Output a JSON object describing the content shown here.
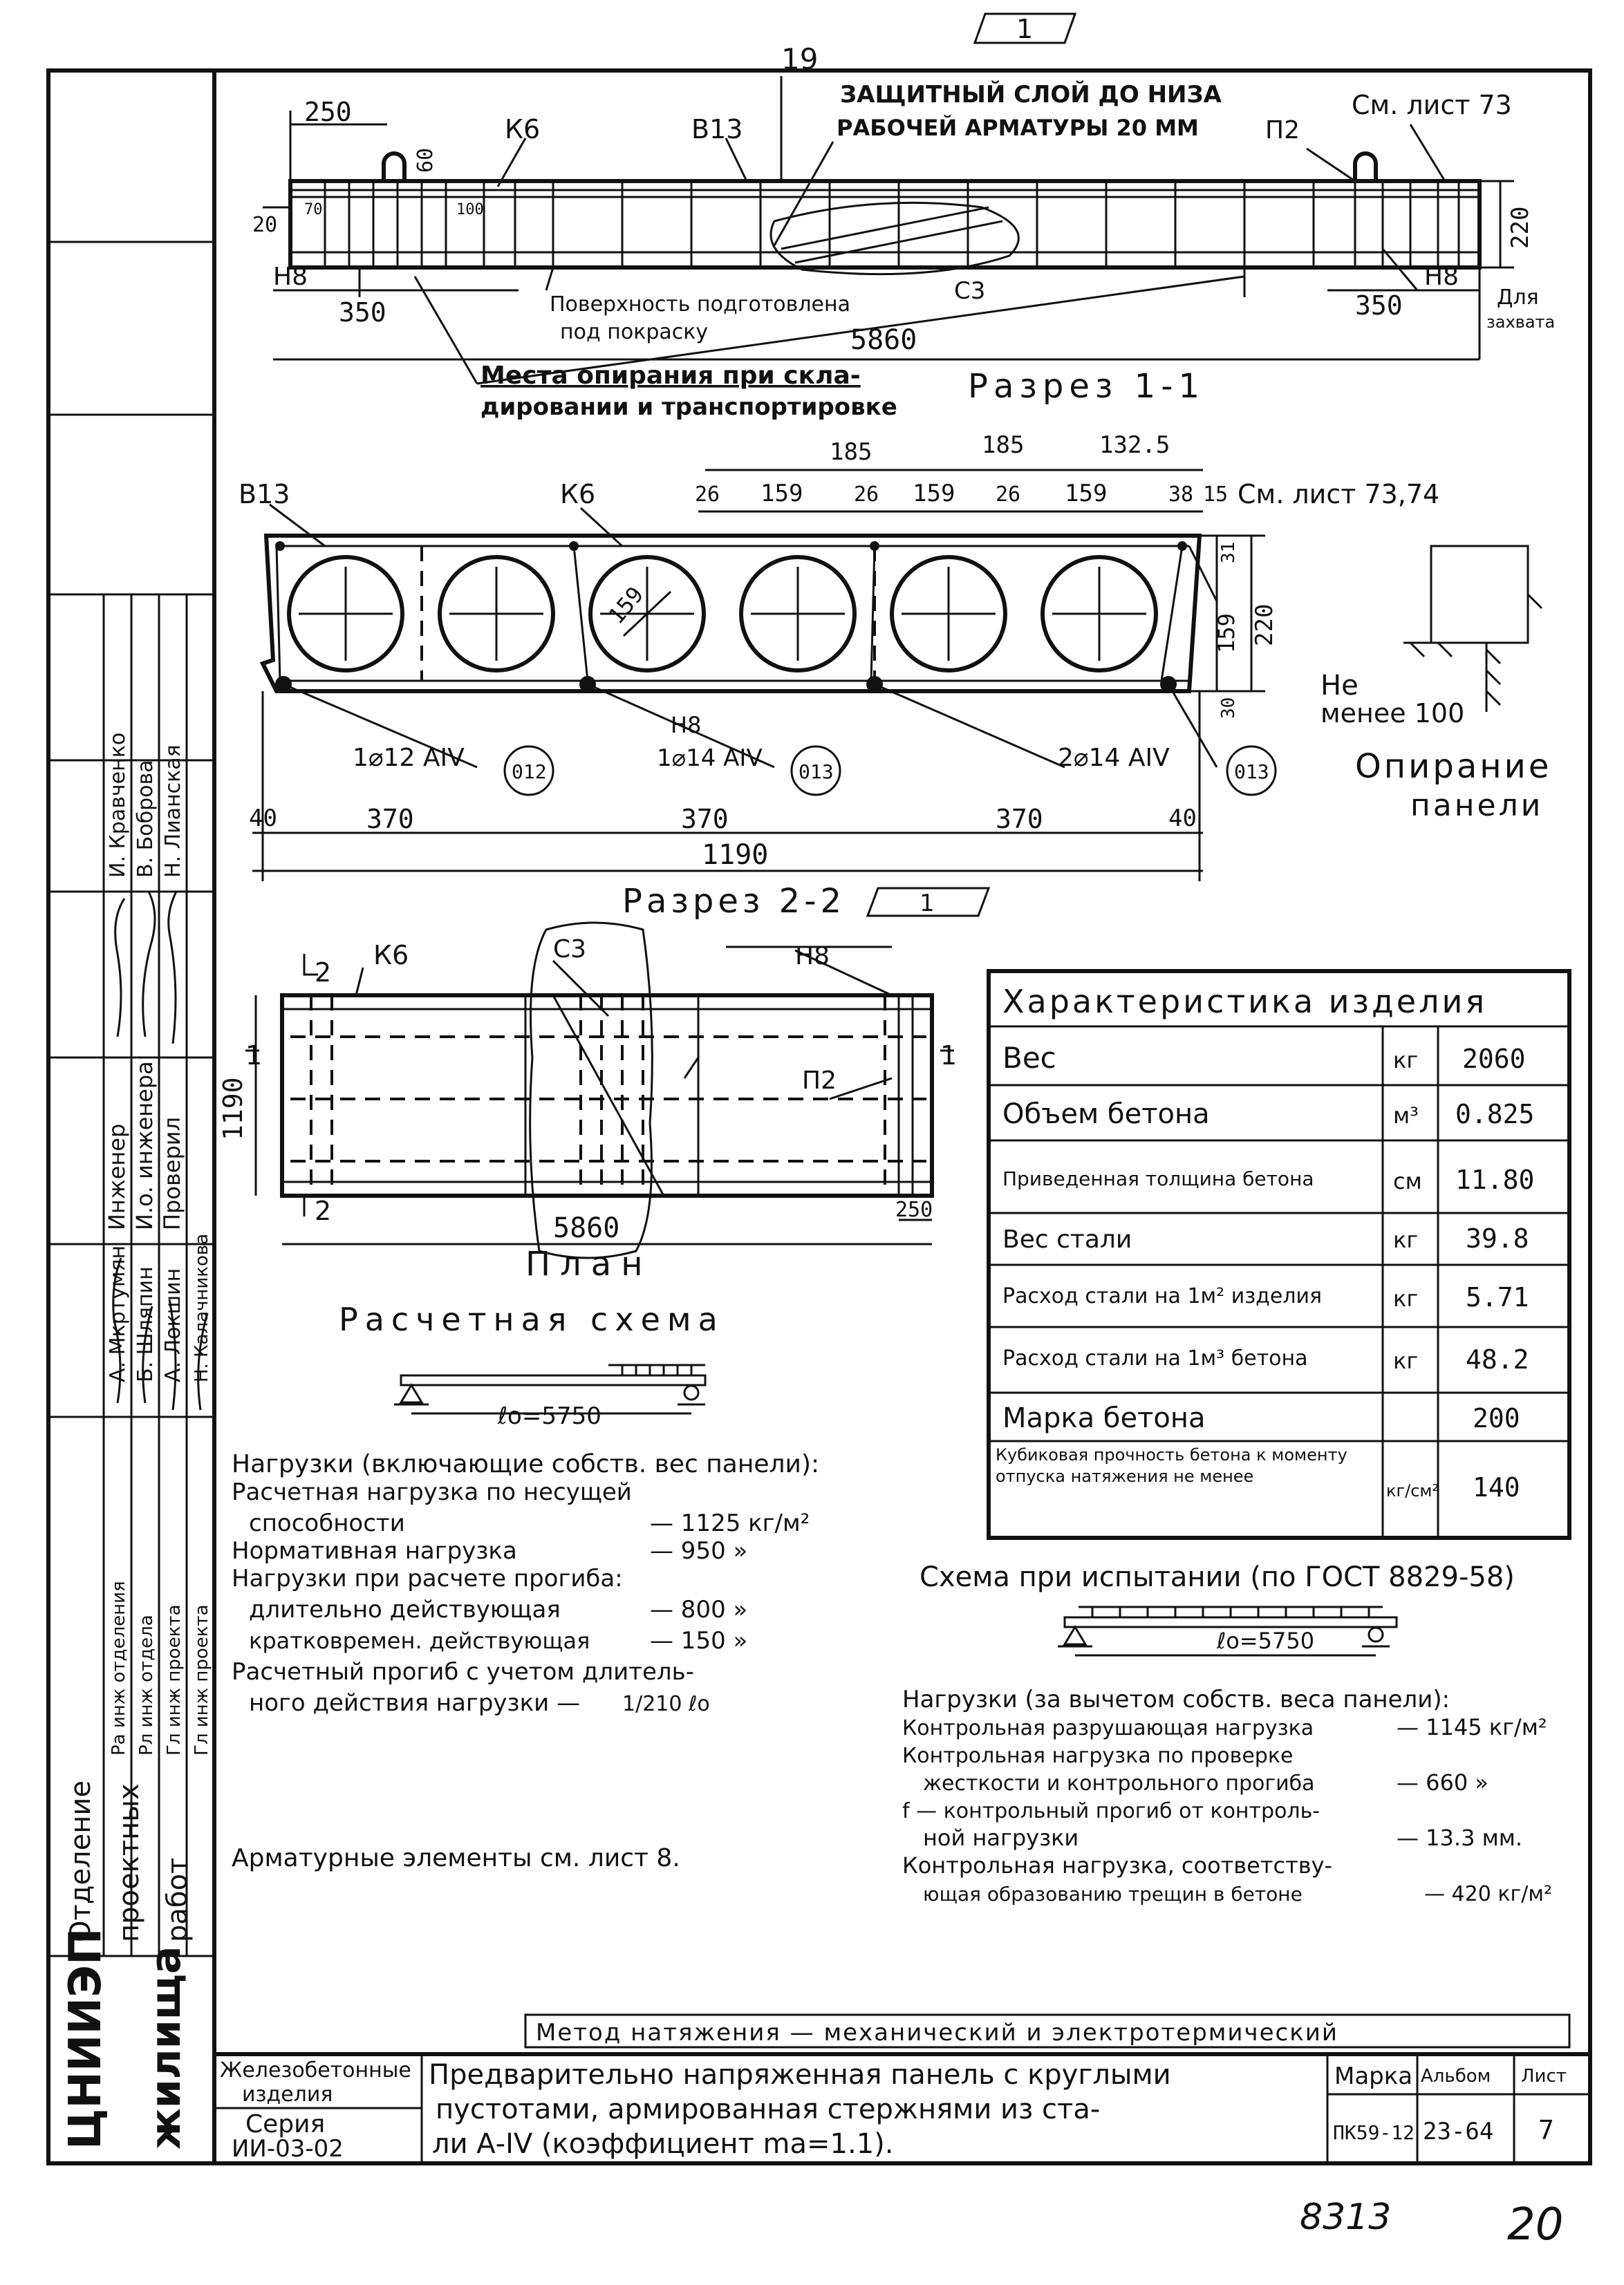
{
  "top_number": "19",
  "section_marker": "1",
  "elevation": {
    "dim_250": "250",
    "dim_60": "60",
    "k6": "К6",
    "v13": "В13",
    "protective_note_1": "ЗАЩИТНЫЙ СЛОЙ ДО НИЗА",
    "protective_note_2": "РАБОЧЕЙ АРМАТУРЫ 20 ММ",
    "see_sheet": "См. лист 73",
    "p2": "П2",
    "dim_20": "20",
    "dim_70": "70",
    "dim_100": "100",
    "dim_220": "220",
    "n8_left": "Н8",
    "n8_right": "Н8",
    "dim_350_left": "350",
    "dim_350_right": "350",
    "surface_note_1": "Поверхность подготовлена",
    "surface_note_2": "под покраску",
    "c3": "С3",
    "dim_5860": "5860",
    "for_grip_1": "Для",
    "for_grip_2": "захвата",
    "support_note_1": "Места опирания при скла-",
    "support_note_2": "дировании и транспортировке",
    "section_title": "Разрез 1-1"
  },
  "cross_section": {
    "v13": "В13",
    "k6": "К6",
    "dims_top": [
      "26",
      "159",
      "26",
      "159",
      "26",
      "159",
      "38",
      "15"
    ],
    "dim_185a": "185",
    "dim_185b": "185",
    "dim_132": "132.5",
    "see_sheet": "См. лист 73,74",
    "dim_159_diag": "159",
    "dim_31": "31",
    "dim_159_v": "159",
    "dim_30": "30",
    "dim_220": "220",
    "rebar_1": "1⌀12 АIV",
    "rebar_2": "1⌀14 АIV",
    "rebar_3": "2⌀14 АIV",
    "n8": "Н8",
    "circle_1": "012",
    "circle_2": "013",
    "circle_3": "013",
    "dim_40a": "40",
    "dim_370a": "370",
    "dim_370b": "370",
    "dim_370c": "370",
    "dim_40b": "40",
    "dim_1190": "1190",
    "section_title": "Разрез 2-2",
    "section_marker": "1"
  },
  "support_detail": {
    "min_1": "Не",
    "min_2": "менее 100",
    "title_1": "Опирание",
    "title_2": "панели"
  },
  "plan": {
    "mark_2_top": "2",
    "mark_2_bottom": "2",
    "mark_1_left": "1",
    "mark_1_right": "1",
    "k6": "К6",
    "c3": "С3",
    "n8": "Н8",
    "p2": "П2",
    "dim_1190": "1190",
    "dim_5860": "5860",
    "dim_250": "250",
    "title": "План"
  },
  "spec_table": {
    "title": "Характеристика изделия",
    "rows": [
      {
        "name": "Вес",
        "unit": "кг",
        "value": "2060"
      },
      {
        "name": "Объем бетона",
        "unit": "м³",
        "value": "0.825"
      },
      {
        "name": "Приведенная толщина бетона",
        "unit": "см",
        "value": "11.80"
      },
      {
        "name": "Вес стали",
        "unit": "кг",
        "value": "39.8"
      },
      {
        "name": "Расход стали на 1м² изделия",
        "unit": "кг",
        "value": "5.71"
      },
      {
        "name": "Расход стали на 1м³ бетона",
        "unit": "кг",
        "value": "48.2"
      },
      {
        "name": "Марка бетона",
        "unit": "",
        "value": "200"
      },
      {
        "name": "Кубиковая прочность бетона к моменту отпуска натяжения не менее",
        "unit": "кг/см²",
        "value": "140"
      }
    ]
  },
  "calc_scheme": {
    "title": "Расчетная схема",
    "span": "ℓо=5750"
  },
  "loads": {
    "l1": "Нагрузки (включающие собств. вес панели):",
    "l2": "Расчетная нагрузка по несущей",
    "l3": "способности",
    "l3v": "— 1125 кг/м²",
    "l4": "Нормативная нагрузка",
    "l4v": "— 950 »",
    "l5": "Нагрузки при расчете прогиба:",
    "l6": "длительно действующая",
    "l6v": "— 800 »",
    "l7": "кратковремен. действующая",
    "l7v": "— 150 »",
    "l8": "Расчетный прогиб с учетом длитель-",
    "l9": "ного действия нагрузки —",
    "l9f": "1/210 ℓо"
  },
  "rebar_note": "Арматурные элементы см. лист 8.",
  "test_scheme": {
    "title": "Схема при испытании (по ГОСТ 8829-58)",
    "span": "ℓо=5750",
    "l1": "Нагрузки (за вычетом собств. веса панели):",
    "l2": "Контрольная разрушающая нагрузка",
    "l2v": "— 1145 кг/м²",
    "l3": "Контрольная нагрузка по проверке",
    "l4": "жесткости и контрольного прогиба",
    "l4v": "— 660 »",
    "l5": "f — контрольный прогиб от контроль-",
    "l6": "ной нагрузки",
    "l6v": "— 13.3 мм.",
    "l7": "Контрольная нагрузка, соответству-",
    "l8": "ющая образованию трещин в бетоне",
    "l8v": "— 420 кг/м²"
  },
  "method": "Метод натяжения — механический и электротермический",
  "title_block": {
    "category_1": "Железобетонные",
    "category_2": "изделия",
    "series_1": "Серия",
    "series_2": "ИИ-03-02",
    "desc_1": "Предварительно напряженная панель с круглыми",
    "desc_2": "пустотами, армированная стержнями из ста-",
    "desc_3": "ли А-IV (коэффициент mа=1.1).",
    "h_mark": "Марка",
    "h_album": "Альбом",
    "h_sheet": "Лист",
    "mark": "ПК59-12",
    "album": "23-64",
    "sheet": "7"
  },
  "sidebar": {
    "org_1": "ЦНИИЭП",
    "org_2": "жилища",
    "dept_1": "Отделение",
    "dept_2": "проектных",
    "dept_3": "работ",
    "roles": [
      "Ра инж отделения",
      "Рл инж отдела",
      "Гл инж проекта",
      "Гл инж проекта"
    ],
    "engineers": [
      "А. Мкртумян",
      "Б. Шляпин",
      "А. Локшин",
      "Н. Калачникова"
    ],
    "titles": [
      "Инженер",
      "И.о. инженера",
      "Проверил"
    ],
    "names": [
      "И. Кравченко",
      "В. Боброва",
      "Н. Лианская"
    ]
  },
  "footer": {
    "left": "8313",
    "right": "20"
  }
}
